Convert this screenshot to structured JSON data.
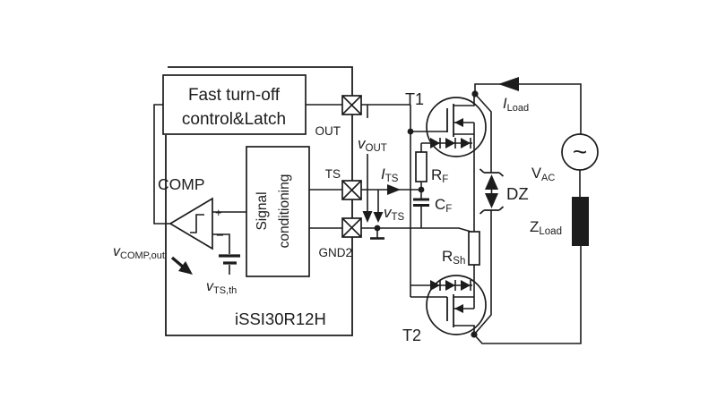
{
  "colors": {
    "ink": "#1c1c1c",
    "background": "#ffffff"
  },
  "chip": {
    "name": "iSSI30R12H"
  },
  "blocks": {
    "fast_turn_off": {
      "line1": "Fast turn-off",
      "line2": "control&Latch"
    },
    "signal_conditioning": {
      "line1": "Signal",
      "line2": "conditioning"
    },
    "comparator": {
      "label": "COMP",
      "plus": "+",
      "minus": "−"
    }
  },
  "pads": {
    "out": "OUT",
    "ts": "TS",
    "gnd2": "GND2"
  },
  "transistors": {
    "t1": "T1",
    "t2": "T2"
  },
  "components": {
    "rf": {
      "main": "R",
      "sub": "F"
    },
    "cf": {
      "main": "C",
      "sub": "F"
    },
    "rsh": {
      "main": "R",
      "sub": "Sh"
    },
    "dz": {
      "label": "DZ"
    },
    "vac": {
      "main": "V",
      "sub": "AC",
      "symbol": "~"
    },
    "zload": {
      "main": "Z",
      "sub": "Load"
    }
  },
  "signals": {
    "vout": {
      "main": "v",
      "sub": "OUT"
    },
    "its": {
      "main": "I",
      "sub": "TS"
    },
    "vts": {
      "main": "v",
      "sub": "TS"
    },
    "iload": {
      "main": "I",
      "sub": "Load"
    },
    "vcompout": {
      "main": "v",
      "sub": "COMP,out"
    },
    "vtsth": {
      "main": "v",
      "sub": "TS,th"
    }
  }
}
